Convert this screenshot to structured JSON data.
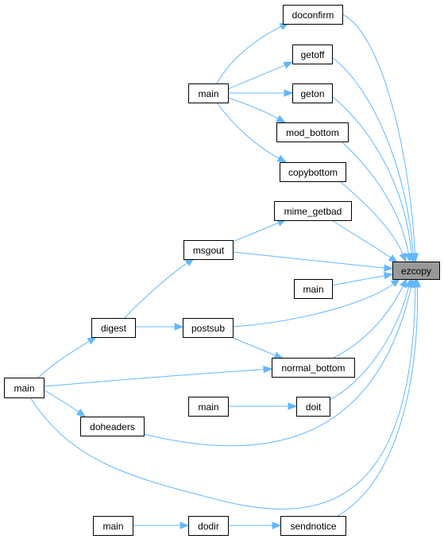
{
  "graph": {
    "colors": {
      "edge": "#63b8ff",
      "node_border": "#000000",
      "node_fill": "#ffffff",
      "target_fill": "#999999"
    },
    "target": "ezcopy",
    "nodes": [
      {
        "id": "doconfirm",
        "label": "doconfirm"
      },
      {
        "id": "getoff",
        "label": "getoff"
      },
      {
        "id": "main_a",
        "label": "main"
      },
      {
        "id": "geton",
        "label": "geton"
      },
      {
        "id": "mod_bottom",
        "label": "mod_bottom"
      },
      {
        "id": "copybottom",
        "label": "copybottom"
      },
      {
        "id": "mime_getbad",
        "label": "mime_getbad"
      },
      {
        "id": "msgout",
        "label": "msgout"
      },
      {
        "id": "ezcopy",
        "label": "ezcopy"
      },
      {
        "id": "main_b",
        "label": "main"
      },
      {
        "id": "digest",
        "label": "digest"
      },
      {
        "id": "postsub",
        "label": "postsub"
      },
      {
        "id": "normal_bottom",
        "label": "normal_bottom"
      },
      {
        "id": "main_c",
        "label": "main"
      },
      {
        "id": "main_d",
        "label": "main"
      },
      {
        "id": "doit",
        "label": "doit"
      },
      {
        "id": "doheaders",
        "label": "doheaders"
      },
      {
        "id": "main_e",
        "label": "main"
      },
      {
        "id": "dodir",
        "label": "dodir"
      },
      {
        "id": "sendnotice",
        "label": "sendnotice"
      }
    ],
    "edges": [
      {
        "from": "doconfirm",
        "to": "ezcopy"
      },
      {
        "from": "getoff",
        "to": "ezcopy"
      },
      {
        "from": "geton",
        "to": "ezcopy"
      },
      {
        "from": "mod_bottom",
        "to": "ezcopy"
      },
      {
        "from": "copybottom",
        "to": "ezcopy"
      },
      {
        "from": "mime_getbad",
        "to": "ezcopy"
      },
      {
        "from": "msgout",
        "to": "ezcopy"
      },
      {
        "from": "main_b",
        "to": "ezcopy"
      },
      {
        "from": "postsub",
        "to": "ezcopy"
      },
      {
        "from": "normal_bottom",
        "to": "ezcopy"
      },
      {
        "from": "doit",
        "to": "ezcopy"
      },
      {
        "from": "doheaders",
        "to": "ezcopy"
      },
      {
        "from": "main_c",
        "to": "ezcopy"
      },
      {
        "from": "sendnotice",
        "to": "ezcopy"
      },
      {
        "from": "main_a",
        "to": "doconfirm"
      },
      {
        "from": "main_a",
        "to": "getoff"
      },
      {
        "from": "main_a",
        "to": "geton"
      },
      {
        "from": "main_a",
        "to": "mod_bottom"
      },
      {
        "from": "main_a",
        "to": "copybottom"
      },
      {
        "from": "msgout",
        "to": "mime_getbad"
      },
      {
        "from": "digest",
        "to": "msgout"
      },
      {
        "from": "digest",
        "to": "postsub"
      },
      {
        "from": "postsub",
        "to": "normal_bottom"
      },
      {
        "from": "main_c",
        "to": "digest"
      },
      {
        "from": "main_c",
        "to": "normal_bottom"
      },
      {
        "from": "main_c",
        "to": "doheaders"
      },
      {
        "from": "main_d",
        "to": "doit"
      },
      {
        "from": "main_e",
        "to": "dodir"
      },
      {
        "from": "dodir",
        "to": "sendnotice"
      }
    ]
  }
}
